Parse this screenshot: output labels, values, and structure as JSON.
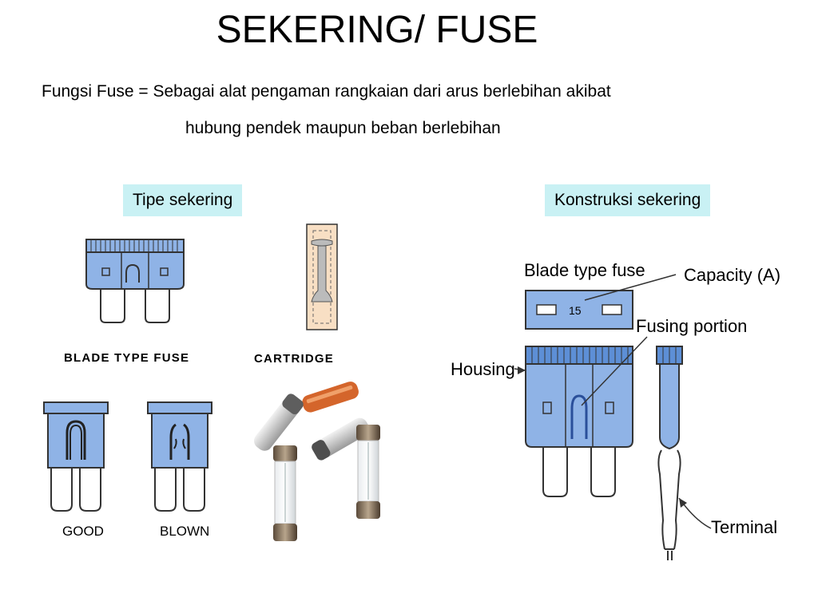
{
  "slide": {
    "title": "SEKERING/ FUSE",
    "description_line1": "Fungsi Fuse = Sebagai alat pengaman rangkaian dari arus berlebihan akibat",
    "description_line2": "hubung pendek maupun beban berlebihan"
  },
  "left_panel": {
    "tag": "Tipe sekering",
    "blade_caption": "BLADE TYPE FUSE",
    "cartridge_caption": "CARTRIDGE",
    "good_label": "GOOD",
    "blown_label": "BLOWN"
  },
  "right_panel": {
    "tag": "Konstruksi sekering",
    "blade_type_fuse": "Blade type fuse",
    "capacity": "Capacity (A)",
    "capacity_value": "15",
    "fusing_portion": "Fusing portion",
    "housing": "Housing",
    "terminal": "Terminal"
  },
  "colors": {
    "fuse_blue": "#8fb3e6",
    "fuse_blue_dark": "#5d8fd6",
    "tag_background": "#c9f1f4",
    "cartridge_fill": "#f8dfc4"
  }
}
